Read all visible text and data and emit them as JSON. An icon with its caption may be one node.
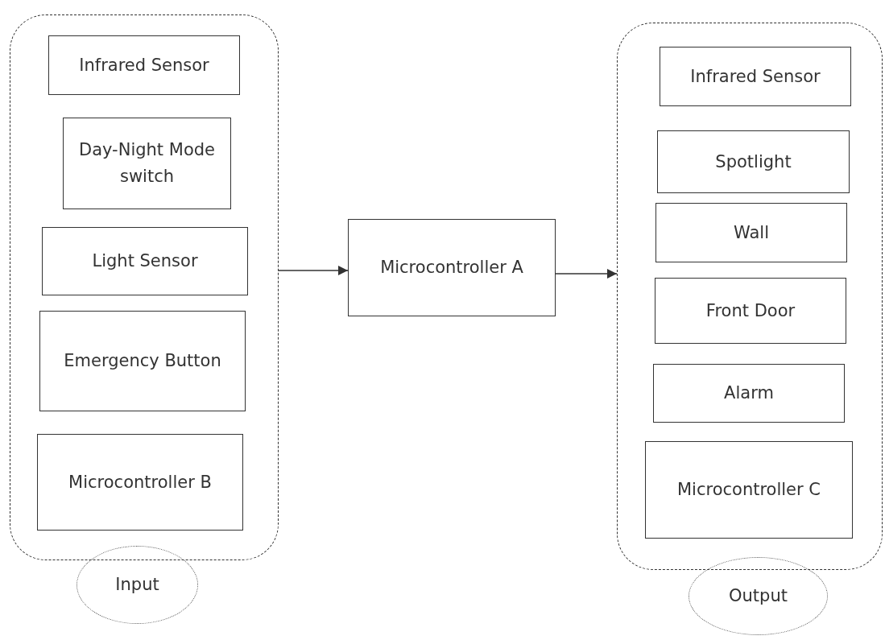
{
  "diagram": {
    "nodes": [
      {
        "text": [],
        "shape": "box"
      },
      {
        "text": [
          "Infrared Sensor"
        ],
        "in": 0
      },
      {
        "text": [
          "Day-Night Mode switch"
        ],
        "in": 0
      },
      {
        "text": [
          "Light Sensor"
        ],
        "in": 0
      },
      {
        "text": [
          "Emergency Button"
        ],
        "in": 0
      },
      {
        "text": [
          "Microcontroller B"
        ],
        "in": 0
      },
      {
        "text": [
          "Input"
        ]
      },
      {
        "text": [
          "Microcontroller A"
        ]
      },
      {
        "text": [],
        "shape": "box"
      },
      {
        "text": [
          "Infrared Sensor"
        ],
        "in": 8
      },
      {
        "text": [
          "Spotlight"
        ],
        "in": 8
      },
      {
        "text": [
          "Wall"
        ],
        "in": 8
      },
      {
        "text": [
          "Front Door"
        ],
        "in": 8
      },
      {
        "text": [
          "Alarm"
        ],
        "in": 8
      },
      {
        "text": [
          "Microcontroller C"
        ],
        "in": 8
      },
      {
        "text": [
          "Output"
        ]
      }
    ],
    "edges": [
      {
        "from": 0,
        "to": 7,
        "arrow": "to"
      },
      {
        "from": 7,
        "to": 8,
        "arrow": "to"
      }
    ]
  }
}
